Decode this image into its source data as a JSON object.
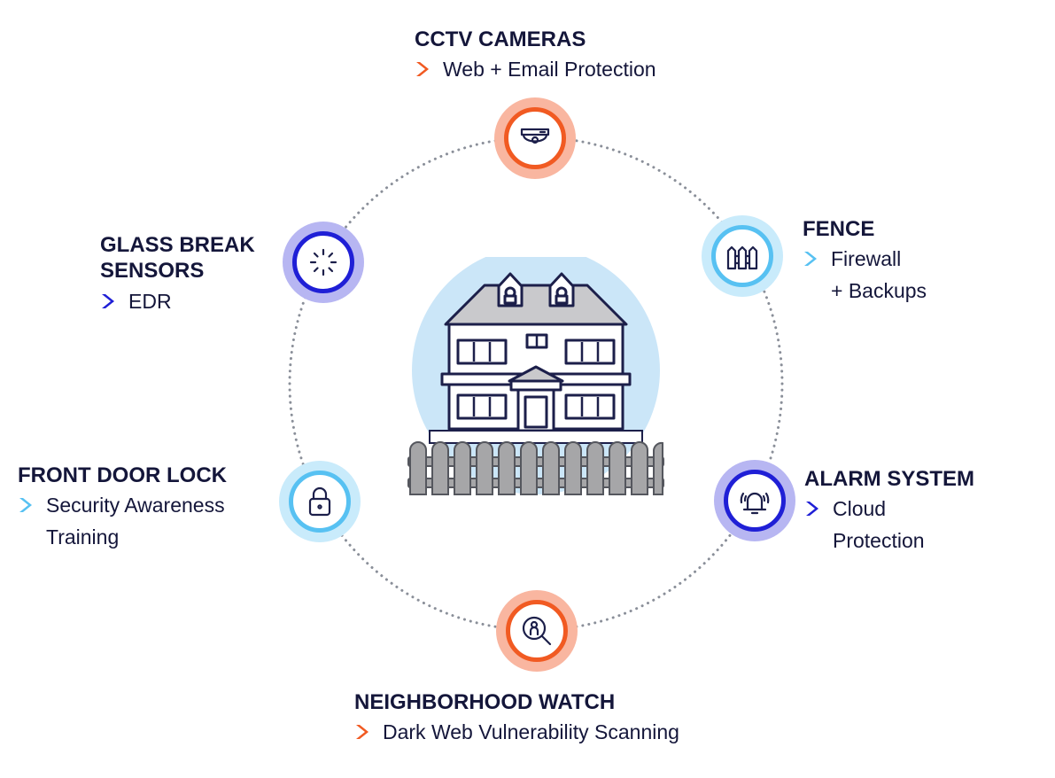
{
  "colors": {
    "orange": "#f15a22",
    "orange_ring": "#f9b6a0",
    "navy": "#1f1fd6",
    "navy_ring": "#b7b6f2",
    "sky": "#57c1f2",
    "sky_ring": "#c9ebfb",
    "text": "#14163a",
    "house_bg": "#cbe6f8"
  },
  "center": {
    "name": "house-illustration"
  },
  "nodes": {
    "cctv": {
      "title": "CCTV CAMERAS",
      "item": "Web + Email Protection",
      "icon": "cctv-camera-icon",
      "theme": "orange"
    },
    "fence": {
      "title": "FENCE",
      "item": "Firewall\n+ Backups",
      "icon": "fence-icon",
      "theme": "sky"
    },
    "alarm": {
      "title": "ALARM SYSTEM",
      "item": "Cloud\nProtection",
      "icon": "alarm-bell-icon",
      "theme": "navy"
    },
    "watch": {
      "title": "NEIGHBORHOOD WATCH",
      "item": "Dark Web Vulnerability Scanning",
      "icon": "magnifier-person-icon",
      "theme": "orange"
    },
    "door": {
      "title": "FRONT DOOR LOCK",
      "item": "Security Awareness\nTraining",
      "icon": "padlock-icon",
      "theme": "sky"
    },
    "glass": {
      "title": "GLASS BREAK\nSENSORS",
      "item": "EDR",
      "icon": "glass-break-sensor-icon",
      "theme": "navy"
    }
  }
}
